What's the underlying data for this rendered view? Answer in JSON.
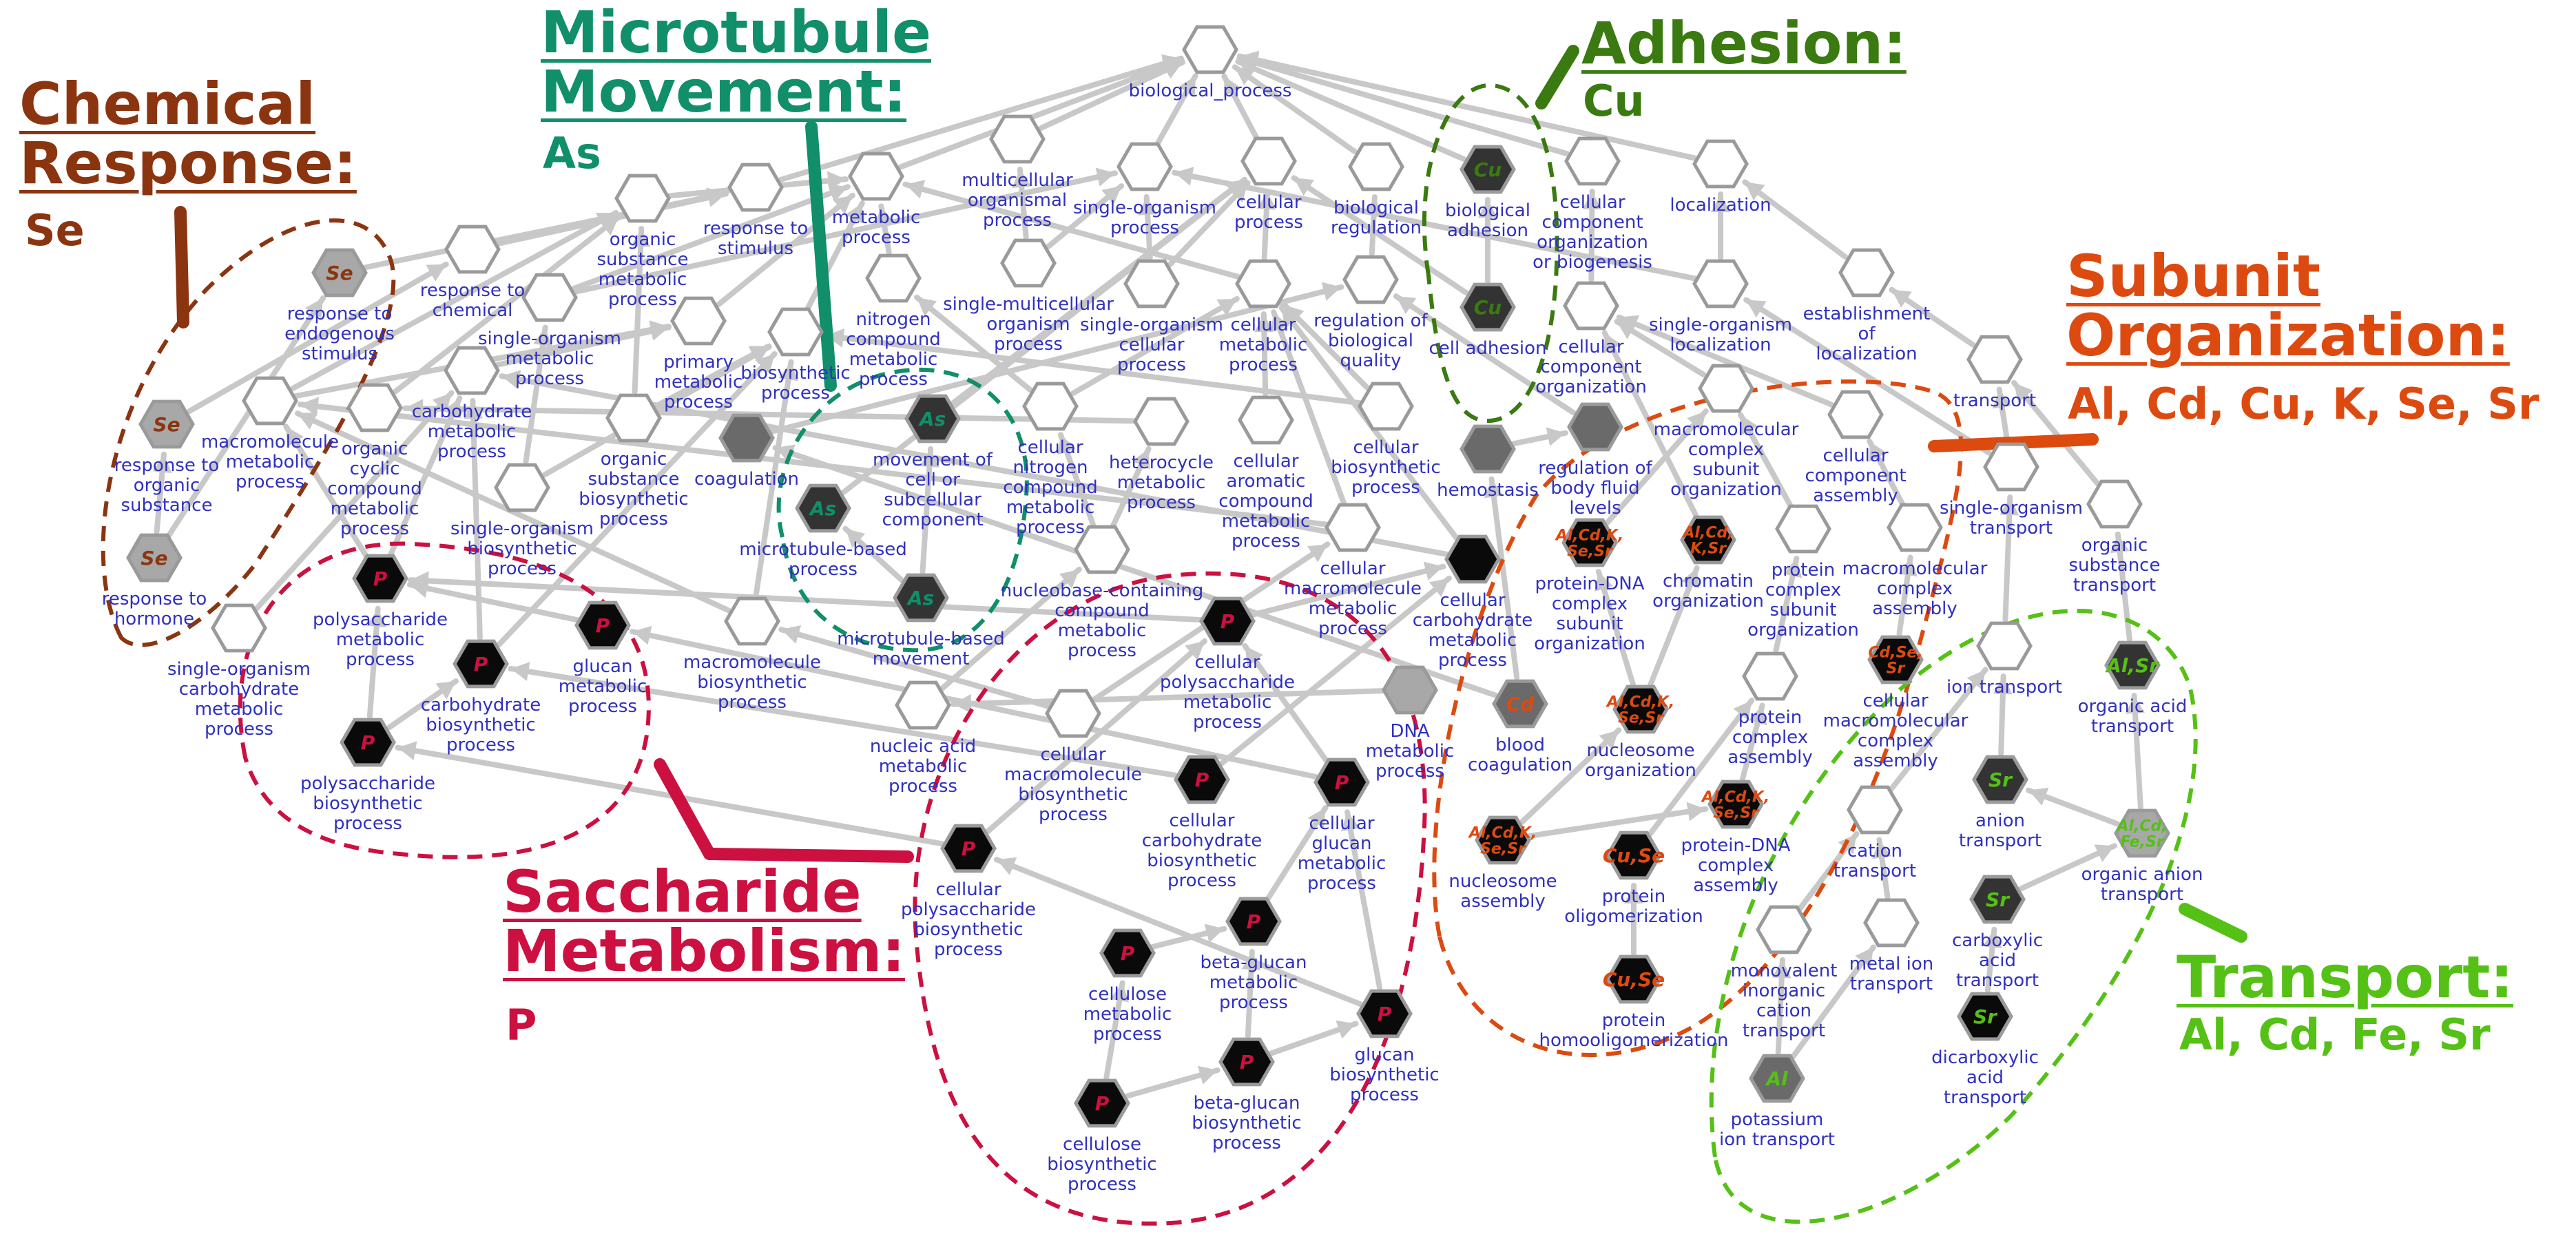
{
  "colors": {
    "chemical": "#8B3510",
    "microtubule": "#108F6A",
    "adhesion": "#3A7A10",
    "subunit": "#DD4A10",
    "saccharide": "#CC1040",
    "transport": "#55C015",
    "label_blue": "#3030C0",
    "edge": "#C8C8C8",
    "node_black": "#0A0A0A",
    "node_dark": "#333333",
    "node_gray": "#6A6A6A",
    "node_light": "#A8A8A8"
  },
  "groups": [
    {
      "id": "chemical",
      "title": "Chemical\nResponse:",
      "elements": "Se",
      "color": "#8B3510"
    },
    {
      "id": "microtubule",
      "title": "Microtubule\nMovement:",
      "elements": "As",
      "color": "#108F6A"
    },
    {
      "id": "adhesion",
      "title": "Adhesion:",
      "elements": "Cu",
      "color": "#3A7A10"
    },
    {
      "id": "subunit",
      "title": "Subunit\nOrganization:",
      "elements": "Al, Cd, Cu, K, Se, Sr",
      "color": "#DD4A10"
    },
    {
      "id": "saccharide",
      "title": "Saccharide\nMetabolism:",
      "elements": "P",
      "color": "#CC1040"
    },
    {
      "id": "transport",
      "title": "Transport:",
      "elements": "Al, Cd, Fe, Sr",
      "color": "#55C015"
    }
  ],
  "nodes": [
    {
      "id": "bp",
      "label": "biological_process",
      "fill": "white"
    },
    {
      "id": "mop",
      "label": "multicellular\norganismal\nprocess",
      "fill": "white"
    },
    {
      "id": "sop",
      "label": "single-organism\nprocess",
      "fill": "white"
    },
    {
      "id": "cp",
      "label": "cellular\nprocess",
      "fill": "white"
    },
    {
      "id": "breg",
      "label": "biological\nregulation",
      "fill": "white"
    },
    {
      "id": "badh",
      "label": "biological\nadhesion",
      "fill": "dark",
      "tag": "Cu",
      "tag_color": "#3A7A10"
    },
    {
      "id": "ccob",
      "label": "cellular\ncomponent\norganization\nor biogenesis",
      "fill": "white"
    },
    {
      "id": "loc",
      "label": "localization",
      "fill": "white"
    },
    {
      "id": "rstim",
      "label": "response to\nstimulus",
      "fill": "white"
    },
    {
      "id": "metp",
      "label": "metabolic\nprocess",
      "fill": "white"
    },
    {
      "id": "osmp",
      "label": "organic\nsubstance\nmetabolic\nprocess",
      "fill": "white"
    },
    {
      "id": "rchem",
      "label": "response to\nchemical",
      "fill": "white"
    },
    {
      "id": "rendo",
      "label": "response to\nendogenous\nstimulus",
      "fill": "light",
      "tag": "Se",
      "tag_color": "#8B3510"
    },
    {
      "id": "smmp",
      "label": "single-organism\nmetabolic\nprocess",
      "fill": "white"
    },
    {
      "id": "pmp",
      "label": "primary\nmetabolic\nprocess",
      "fill": "white"
    },
    {
      "id": "ncmp",
      "label": "nitrogen\ncompound\nmetabolic\nprocess",
      "fill": "white"
    },
    {
      "id": "smop",
      "label": "single-multicellular\norganism\nprocess",
      "fill": "white"
    },
    {
      "id": "socp",
      "label": "single-organism\ncellular\nprocess",
      "fill": "white"
    },
    {
      "id": "cmp",
      "label": "cellular\nmetabolic\nprocess",
      "fill": "white"
    },
    {
      "id": "rbq",
      "label": "regulation of\nbiological\nquality",
      "fill": "white"
    },
    {
      "id": "cadh",
      "label": "cell adhesion",
      "fill": "dark",
      "tag": "Cu",
      "tag_color": "#3A7A10"
    },
    {
      "id": "cco",
      "label": "cellular\ncomponent\norganization",
      "fill": "white"
    },
    {
      "id": "sol",
      "label": "single-organism\nlocalization",
      "fill": "white"
    },
    {
      "id": "eol",
      "label": "establishment\nof\nlocalization",
      "fill": "white"
    },
    {
      "id": "trn",
      "label": "transport",
      "fill": "white"
    },
    {
      "id": "rorg",
      "label": "response to\norganic\nsubstance",
      "fill": "light",
      "tag": "Se",
      "tag_color": "#8B3510"
    },
    {
      "id": "mmp",
      "label": "macromolecule\nmetabolic\nprocess",
      "fill": "white"
    },
    {
      "id": "ocmp",
      "label": "organic\ncyclic\ncompound\nmetabolic\nprocess",
      "fill": "white"
    },
    {
      "id": "chmp",
      "label": "carbohydrate\nmetabolic\nprocess",
      "fill": "white"
    },
    {
      "id": "osbp",
      "label": "organic\nsubstance\nbiosynthetic\nprocess",
      "fill": "white"
    },
    {
      "id": "biop",
      "label": "biosynthetic\nprocess",
      "fill": "white"
    },
    {
      "id": "coag",
      "label": "coagulation",
      "fill": "gray"
    },
    {
      "id": "mcsc",
      "label": "movement of\ncell or\nsubcellular\ncomponent",
      "fill": "dark",
      "tag": "As",
      "tag_color": "#108F6A"
    },
    {
      "id": "cncmp",
      "label": "cellular\nnitrogen\ncompound\nmetabolic\nprocess",
      "fill": "white"
    },
    {
      "id": "hcmp",
      "label": "heterocycle\nmetabolic\nprocess",
      "fill": "white"
    },
    {
      "id": "cacmp",
      "label": "cellular\naromatic\ncompound\nmetabolic\nprocess",
      "fill": "white"
    },
    {
      "id": "cbp",
      "label": "cellular\nbiosynthetic\nprocess",
      "fill": "white"
    },
    {
      "id": "hemo",
      "label": "hemostasis",
      "fill": "gray"
    },
    {
      "id": "rbfl",
      "label": "regulation of\nbody fluid\nlevels",
      "fill": "gray"
    },
    {
      "id": "mcso",
      "label": "macromolecular\ncomplex\nsubunit\norganization",
      "fill": "white"
    },
    {
      "id": "ccass",
      "label": "cellular\ncomponent\nassembly",
      "fill": "white"
    },
    {
      "id": "sotr",
      "label": "single-organism\ntransport",
      "fill": "white"
    },
    {
      "id": "ostr",
      "label": "organic\nsubstance\ntransport",
      "fill": "white"
    },
    {
      "id": "rhorm",
      "label": "response to\nhormone",
      "fill": "light",
      "tag": "Se",
      "tag_color": "#8B3510"
    },
    {
      "id": "sosmbp",
      "label": "single-organism\nbiosynthetic\nprocess",
      "fill": "white"
    },
    {
      "id": "mtbp",
      "label": "microtubule-based\nprocess",
      "fill": "dark",
      "tag": "As",
      "tag_color": "#108F6A"
    },
    {
      "id": "mtbm",
      "label": "microtubule-based\nmovement",
      "fill": "dark",
      "tag": "As",
      "tag_color": "#108F6A"
    },
    {
      "id": "nccmp",
      "label": "nucleobase-containing\ncompound\nmetabolic\nprocess",
      "fill": "white"
    },
    {
      "id": "cmmp",
      "label": "cellular\nmacromolecule\nmetabolic\nprocess",
      "fill": "white"
    },
    {
      "id": "cchmp",
      "label": "cellular\ncarbohydrate\nmetabolic\nprocess",
      "fill": "black"
    },
    {
      "id": "pdna",
      "label": "protein-DNA\ncomplex\nsubunit\norganization",
      "fill": "black",
      "tag": "Al,Cd,K,\nSe,Sr",
      "tag_color": "#DD4A10"
    },
    {
      "id": "chro",
      "label": "chromatin\norganization",
      "fill": "black",
      "tag": "Al,Cd,\nK,Sr",
      "tag_color": "#DD4A10"
    },
    {
      "id": "pcso",
      "label": "protein\ncomplex\nsubunit\norganization",
      "fill": "white"
    },
    {
      "id": "mcass",
      "label": "macromolecular\ncomplex\nassembly",
      "fill": "white"
    },
    {
      "id": "soccmp",
      "label": "single-organism\ncarbohydrate\nmetabolic\nprocess",
      "fill": "white"
    },
    {
      "id": "psmp",
      "label": "polysaccharide\nmetabolic\nprocess",
      "fill": "black",
      "tag": "P",
      "tag_color": "#CC1040"
    },
    {
      "id": "glmp",
      "label": "glucan\nmetabolic\nprocess",
      "fill": "black",
      "tag": "P",
      "tag_color": "#CC1040"
    },
    {
      "id": "chbp",
      "label": "carbohydrate\nbiosynthetic\nprocess",
      "fill": "black",
      "tag": "P",
      "tag_color": "#CC1040"
    },
    {
      "id": "mmbp",
      "label": "macromolecule\nbiosynthetic\nprocess",
      "fill": "white"
    },
    {
      "id": "cpsmp",
      "label": "cellular\npolysaccharide\nmetabolic\nprocess",
      "fill": "black",
      "tag": "P",
      "tag_color": "#CC1040"
    },
    {
      "id": "dnamp",
      "label": "DNA\nmetabolic\nprocess",
      "fill": "light"
    },
    {
      "id": "bcoag",
      "label": "blood\ncoagulation",
      "fill": "gray",
      "tag": "Cd",
      "tag_color": "#DD4A10"
    },
    {
      "id": "iontr",
      "label": "ion transport",
      "fill": "white"
    },
    {
      "id": "oatr",
      "label": "organic acid\ntransport",
      "fill": "dark",
      "tag": "Al,Sr",
      "tag_color": "#55C015"
    },
    {
      "id": "psbp",
      "label": "polysaccharide\nbiosynthetic\nprocess",
      "fill": "black",
      "tag": "P",
      "tag_color": "#CC1040"
    },
    {
      "id": "namp",
      "label": "nucleic acid\nmetabolic\nprocess",
      "fill": "white"
    },
    {
      "id": "cmbp",
      "label": "cellular\nmacromolecule\nbiosynthetic\nprocess",
      "fill": "white"
    },
    {
      "id": "ccbp",
      "label": "cellular\ncarbohydrate\nbiosynthetic\nprocess",
      "fill": "black",
      "tag": "P",
      "tag_color": "#CC1040"
    },
    {
      "id": "cgmp",
      "label": "cellular\nglucan\nmetabolic\nprocess",
      "fill": "black",
      "tag": "P",
      "tag_color": "#CC1040"
    },
    {
      "id": "nucorg",
      "label": "nucleosome\norganization",
      "fill": "black",
      "tag": "Al,Cd,K,\nSe,Sr",
      "tag_color": "#DD4A10"
    },
    {
      "id": "pcass",
      "label": "protein\ncomplex\nassembly",
      "fill": "white"
    },
    {
      "id": "cmcs",
      "label": "cellular\nmacromolecular\ncomplex\nassembly",
      "fill": "black",
      "tag": "Cd,Se,\nSr",
      "tag_color": "#DD4A10"
    },
    {
      "id": "aniontr",
      "label": "anion\ntransport",
      "fill": "dark",
      "tag": "Sr",
      "tag_color": "#55C015"
    },
    {
      "id": "oaniontr",
      "label": "organic anion\ntransport",
      "fill": "light",
      "tag": "Al,Cd,\nFe,Sr",
      "tag_color": "#55C015"
    },
    {
      "id": "cpsbp",
      "label": "cellular\npolysaccharide\nbiosynthetic\nprocess",
      "fill": "black",
      "tag": "P",
      "tag_color": "#CC1040"
    },
    {
      "id": "nucass",
      "label": "nucleosome\nassembly",
      "fill": "black",
      "tag": "Al,Cd,K,\nSe,Sr",
      "tag_color": "#DD4A10"
    },
    {
      "id": "poligo",
      "label": "protein\noligomerization",
      "fill": "black",
      "tag": "Cu,Se",
      "tag_color": "#DD4A10"
    },
    {
      "id": "pdnaass",
      "label": "protein-DNA\ncomplex\nassembly",
      "fill": "black",
      "tag": "Al,Cd,K,\nSe,Sr",
      "tag_color": "#DD4A10"
    },
    {
      "id": "catr",
      "label": "cation\ntransport",
      "fill": "white"
    },
    {
      "id": "catr2",
      "label": "carboxylic\nacid\ntransport",
      "fill": "dark",
      "tag": "Sr",
      "tag_color": "#55C015"
    },
    {
      "id": "bgmp",
      "label": "beta-glucan\nmetabolic\nprocess",
      "fill": "black",
      "tag": "P",
      "tag_color": "#CC1040"
    },
    {
      "id": "celmp",
      "label": "cellulose\nmetabolic\nprocess",
      "fill": "black",
      "tag": "P",
      "tag_color": "#CC1040"
    },
    {
      "id": "mvict",
      "label": "monovalent\ninorganic\ncation\ntransport",
      "fill": "white"
    },
    {
      "id": "metiontr",
      "label": "metal ion\ntransport",
      "fill": "white"
    },
    {
      "id": "dcatr",
      "label": "dicarboxylic\nacid\ntransport",
      "fill": "black",
      "tag": "Sr",
      "tag_color": "#55C015"
    },
    {
      "id": "glbp",
      "label": "glucan\nbiosynthetic\nprocess",
      "fill": "black",
      "tag": "P",
      "tag_color": "#CC1040"
    },
    {
      "id": "phomo",
      "label": "protein\nhomooligomerization",
      "fill": "black",
      "tag": "Cu,Se",
      "tag_color": "#DD4A10"
    },
    {
      "id": "bgbp",
      "label": "beta-glucan\nbiosynthetic\nprocess",
      "fill": "black",
      "tag": "P",
      "tag_color": "#CC1040"
    },
    {
      "id": "celbp",
      "label": "cellulose\nbiosynthetic\nprocess",
      "fill": "black",
      "tag": "P",
      "tag_color": "#CC1040"
    },
    {
      "id": "potr",
      "label": "potassium\nion transport",
      "fill": "gray",
      "tag": "Al",
      "tag_color": "#55C015"
    }
  ]
}
